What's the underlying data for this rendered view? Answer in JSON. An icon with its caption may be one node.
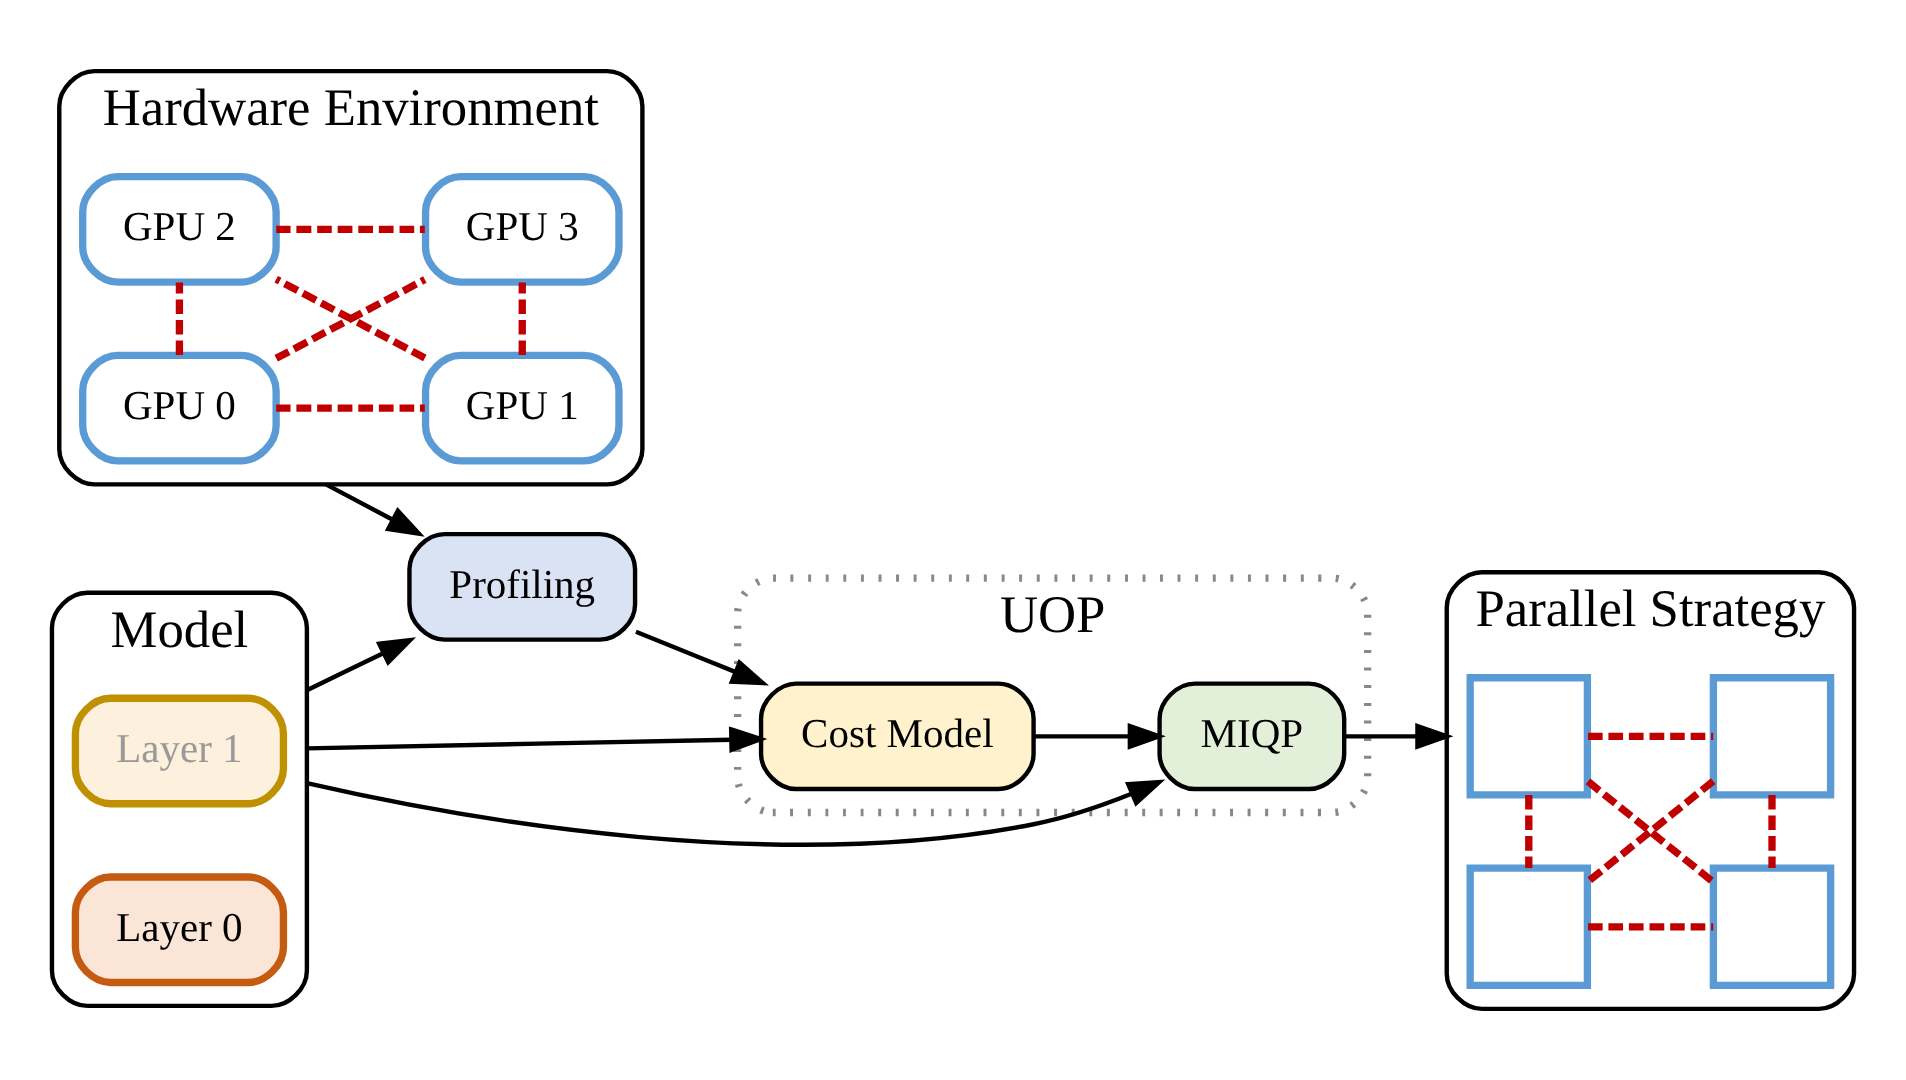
{
  "diagram": {
    "nodes": [
      {
        "text": [
          "Hardware Environment"
        ]
      },
      {
        "text": [
          "GPU 0"
        ],
        "in": 0
      },
      {
        "text": [
          "GPU 1"
        ],
        "in": 0
      },
      {
        "text": [
          "GPU 2"
        ],
        "in": 0
      },
      {
        "text": [
          "GPU 3"
        ],
        "in": 0
      },
      {
        "text": [
          "Model"
        ]
      },
      {
        "text": [
          "Layer 1"
        ],
        "in": 5
      },
      {
        "text": [
          "Layer 0"
        ],
        "in": 5
      },
      {
        "text": [
          "Profiling"
        ]
      },
      {
        "text": [
          "UOP"
        ]
      },
      {
        "text": [
          "MIQP"
        ],
        "in": 9
      },
      {
        "text": [
          "Cost Model"
        ],
        "in": 9
      },
      {
        "text": [
          "Parallel Strategy"
        ]
      },
      {
        "text": [],
        "shape": "box",
        "in": 12
      },
      {
        "text": [],
        "shape": "box",
        "in": 12
      },
      {
        "text": [],
        "shape": "box",
        "in": 12
      },
      {
        "text": [],
        "shape": "box",
        "in": 12
      }
    ],
    "edges": [
      {
        "from": 1,
        "to": 2,
        "arrow": "none",
        "style": "dashed",
        "color": "#c00000"
      },
      {
        "from": 1,
        "to": 3,
        "arrow": "none",
        "style": "dashed",
        "color": "#c00000"
      },
      {
        "from": 1,
        "to": 4,
        "arrow": "none",
        "style": "dashed",
        "color": "#c00000"
      },
      {
        "from": 2,
        "to": 3,
        "arrow": "none",
        "style": "dashed",
        "color": "#c00000"
      },
      {
        "from": 2,
        "to": 4,
        "arrow": "none",
        "style": "dashed",
        "color": "#c00000"
      },
      {
        "from": 3,
        "to": 4,
        "arrow": "none",
        "style": "dashed",
        "color": "#c00000"
      },
      {
        "from": 0,
        "to": 8,
        "arrow": "to",
        "color": "#000000"
      },
      {
        "from": 5,
        "to": 8,
        "arrow": "to",
        "color": "#000000"
      },
      {
        "from": 5,
        "to": 10,
        "arrow": "to",
        "color": "#000000"
      },
      {
        "from": 5,
        "to": 11,
        "arrow": "to",
        "color": "#000000"
      },
      {
        "from": 8,
        "to": 11,
        "arrow": "to",
        "color": "#000000"
      },
      {
        "from": 11,
        "to": 10,
        "arrow": "to",
        "color": "#000000"
      },
      {
        "from": 10,
        "to": 12,
        "arrow": "to",
        "color": "#000000"
      },
      {
        "from": 13,
        "to": 14,
        "arrow": "none",
        "style": "dashed",
        "color": "#c00000"
      },
      {
        "from": 13,
        "to": 15,
        "arrow": "none",
        "style": "dashed",
        "color": "#c00000"
      },
      {
        "from": 13,
        "to": 16,
        "arrow": "none",
        "style": "dashed",
        "color": "#c00000"
      },
      {
        "from": 14,
        "to": 15,
        "arrow": "none",
        "style": "dashed",
        "color": "#c00000"
      },
      {
        "from": 14,
        "to": 16,
        "arrow": "none",
        "style": "dashed",
        "color": "#c00000"
      },
      {
        "from": 15,
        "to": 16,
        "arrow": "none",
        "style": "dashed",
        "color": "#c00000"
      }
    ]
  }
}
